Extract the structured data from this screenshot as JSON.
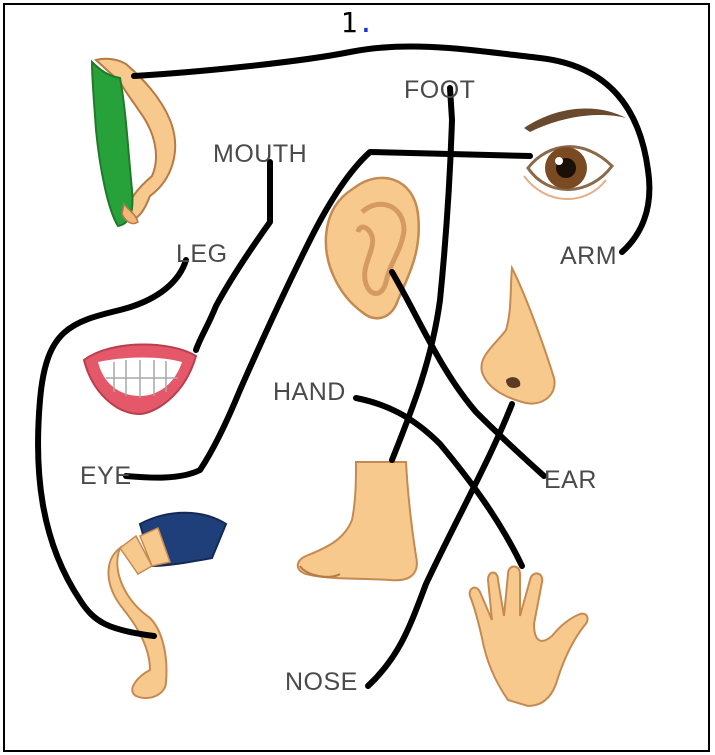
{
  "worksheet": {
    "number": "1",
    "number_dot": ".",
    "colors": {
      "ink": "#000000",
      "dot": "#1a33d6",
      "skin": "#f7c98d",
      "shorts": "#1f3f7a",
      "tank_top": "#27a23a",
      "label": "#4a4a4a"
    },
    "words": {
      "foot": "FOOT",
      "mouth": "MOUTH",
      "leg": "LEG",
      "arm": "ARM",
      "hand": "HAND",
      "eye": "EYE",
      "ear": "EAR",
      "nose": "NOSE"
    },
    "pictures": [
      "arm-picture",
      "eye-picture",
      "ear-picture",
      "nose-picture",
      "mouth-picture",
      "foot-picture",
      "leg-picture",
      "hand-picture"
    ]
  }
}
